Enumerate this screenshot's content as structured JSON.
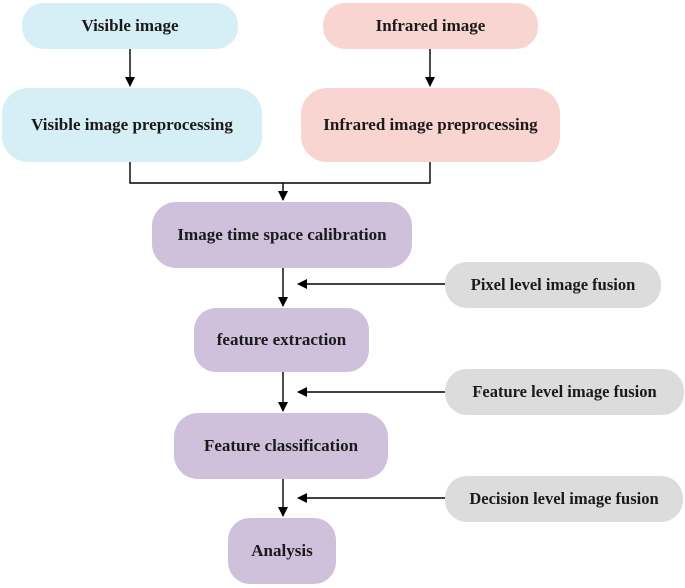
{
  "diagram": {
    "nodes": {
      "visible_image": "Visible image",
      "infrared_image": "Infrared image",
      "visible_preprocessing": "Visible image preprocessing",
      "infrared_preprocessing": "Infrared image preprocessing",
      "calibration": "Image time space calibration",
      "feature_extraction": "feature extraction",
      "feature_classification": "Feature classification",
      "analysis": "Analysis",
      "pixel_fusion": "Pixel level image fusion",
      "feature_fusion": "Feature level image fusion",
      "decision_fusion": "Decision level image fusion"
    },
    "colors": {
      "input_visible": "#d6eef5",
      "input_infrared": "#f8d5d0",
      "process": "#cfc0dc",
      "fusion": "#dcdcdc",
      "line": "#000000"
    }
  }
}
